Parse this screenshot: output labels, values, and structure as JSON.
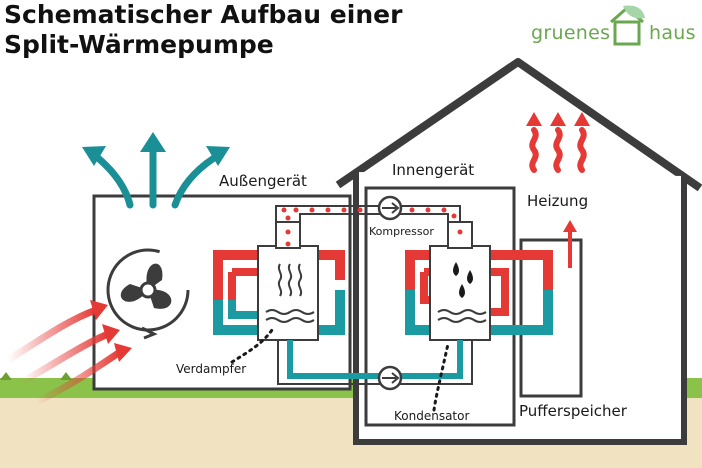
{
  "title": {
    "line1": "Schematischer Aufbau einer",
    "line2": "Split-Wärmepumpe"
  },
  "logo": {
    "word1": "gruenes",
    "word2": "haus"
  },
  "labels": {
    "outdoor_unit": "Außengerät",
    "indoor_unit": "Innengerät",
    "compressor": "Kompressor",
    "heating": "Heizung",
    "evaporator": "Verdampfer",
    "condenser": "Kondensator",
    "buffer_tank": "Pufferspeicher"
  },
  "colors": {
    "hot": "#e53935",
    "cold": "#1b9aa1",
    "air_out": "#1b8f96",
    "grass": "#8bc34a",
    "ground": "#f1e3c2",
    "logo_green": "#6aa84f"
  },
  "icons": [
    "fan-icon",
    "water-drop-icon",
    "wave-icon",
    "heat-wave-icon",
    "house-icon"
  ]
}
